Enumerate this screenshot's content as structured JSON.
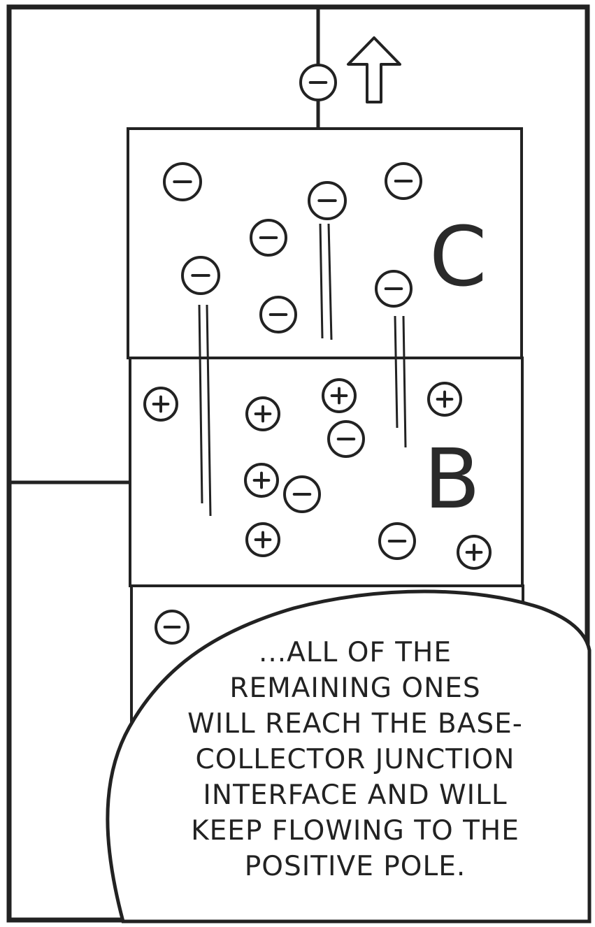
{
  "regions": {
    "collector_label": "C",
    "base_label": "B"
  },
  "caption": {
    "lines": [
      "...ALL OF THE",
      "REMAINING ONES",
      "WILL REACH THE BASE-",
      "COLLECTOR JUNCTION",
      "INTERFACE AND WILL",
      "KEEP FLOWING TO THE",
      "POSITIVE POLE."
    ]
  },
  "charges": {
    "electron_symbol": "−",
    "hole_symbol": "+"
  },
  "colors": {
    "ink": "#222222",
    "paper": "#ffffff"
  },
  "icons": {
    "arrow": "up-arrow-icon",
    "electron": "electron-icon",
    "hole": "hole-icon"
  }
}
